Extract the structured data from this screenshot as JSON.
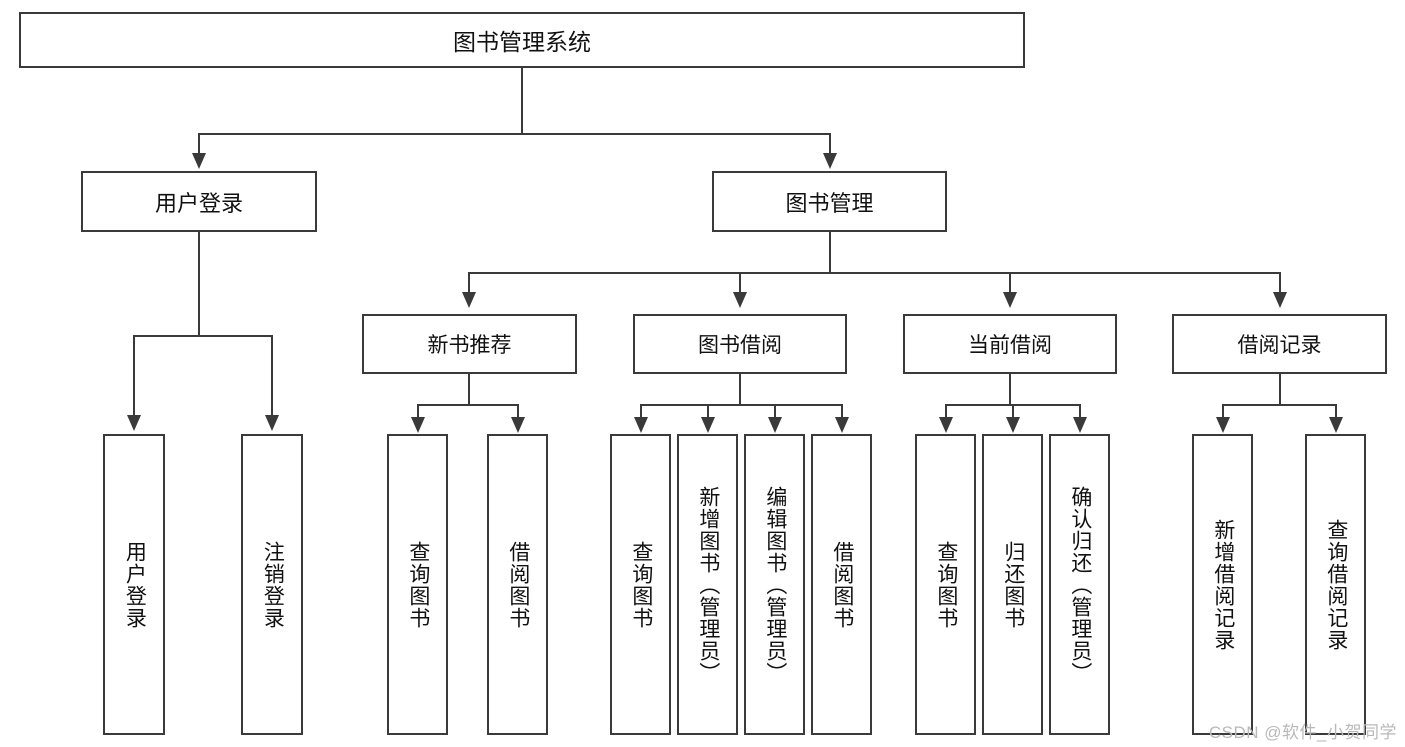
{
  "diagram": {
    "type": "tree-hierarchy",
    "title": "图书管理系统",
    "root": {
      "label": "图书管理系统"
    },
    "level1": [
      {
        "id": "user-login",
        "label": "用户登录"
      },
      {
        "id": "book-management",
        "label": "图书管理"
      }
    ],
    "level2": [
      {
        "id": "new-book-recommend",
        "label": "新书推荐",
        "parent": "book-management"
      },
      {
        "id": "book-borrow",
        "label": "图书借阅",
        "parent": "book-management"
      },
      {
        "id": "current-borrow",
        "label": "当前借阅",
        "parent": "book-management"
      },
      {
        "id": "borrow-record",
        "label": "借阅记录",
        "parent": "book-management"
      }
    ],
    "leaves": {
      "user_login": [
        {
          "id": "leaf-user-login",
          "label": "用户登录"
        },
        {
          "id": "leaf-logout-login",
          "label": "注销登录"
        }
      ],
      "new_book_recommend": [
        {
          "id": "leaf-query-book-1",
          "label": "查询图书"
        },
        {
          "id": "leaf-borrow-book-1",
          "label": "借阅图书"
        }
      ],
      "book_borrow": [
        {
          "id": "leaf-query-book-2",
          "label": "查询图书"
        },
        {
          "id": "leaf-add-book",
          "label": "新增图书（管理员）"
        },
        {
          "id": "leaf-edit-book",
          "label": "编辑图书（管理员）"
        },
        {
          "id": "leaf-borrow-book-2",
          "label": "借阅图书"
        }
      ],
      "current_borrow": [
        {
          "id": "leaf-query-book-3",
          "label": "查询图书"
        },
        {
          "id": "leaf-return-book",
          "label": "归还图书"
        },
        {
          "id": "leaf-confirm-return",
          "label": "确认归还（管理员）"
        }
      ],
      "borrow_record": [
        {
          "id": "leaf-add-record",
          "label": "新增借阅记录"
        },
        {
          "id": "leaf-query-record",
          "label": "查询借阅记录"
        }
      ]
    },
    "colors": {
      "stroke": "#3a3a3a",
      "fill": "#ffffff",
      "text": "#111111",
      "watermark": "#b9b9b9"
    }
  },
  "watermark": {
    "text": "CSDN @软件_小贺同学"
  }
}
